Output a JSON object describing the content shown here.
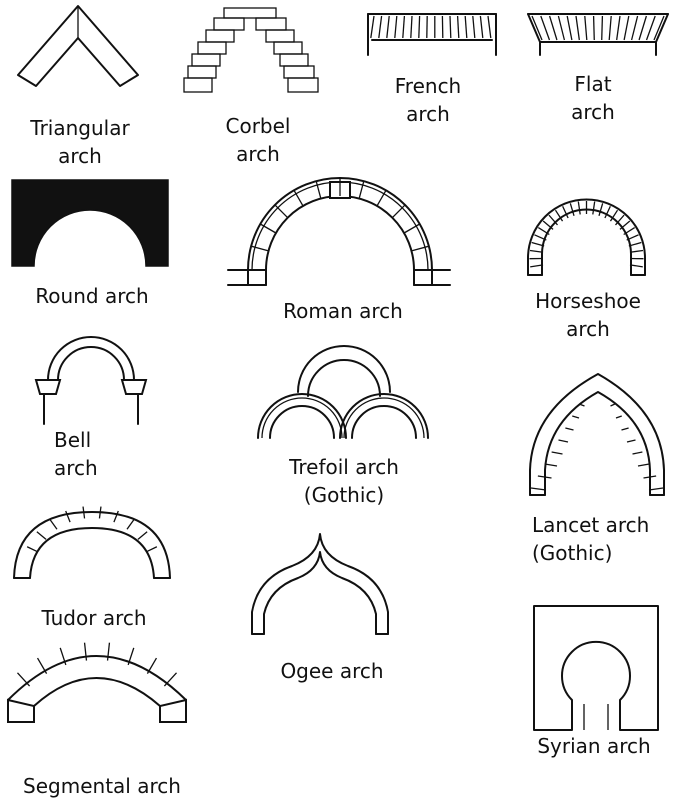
{
  "arches": {
    "triangular": {
      "line1": "Triangular",
      "line2": "arch"
    },
    "corbel": {
      "line1": "Corbel",
      "line2": "arch"
    },
    "french": {
      "line1": "French",
      "line2": "arch"
    },
    "flat": {
      "line1": "Flat",
      "line2": "arch"
    },
    "round": {
      "line1": "Round arch"
    },
    "roman": {
      "line1": "Roman arch"
    },
    "horseshoe": {
      "line1": "Horseshoe",
      "line2": "arch"
    },
    "bell": {
      "line1": "Bell",
      "line2": "arch"
    },
    "trefoil": {
      "line1": "Trefoil arch",
      "line2": "(Gothic)"
    },
    "lancet": {
      "line1": "Lancet arch",
      "line2": "(Gothic)"
    },
    "tudor": {
      "line1": "Tudor arch"
    },
    "ogee": {
      "line1": "Ogee arch"
    },
    "segmental": {
      "line1": "Segmental arch"
    },
    "syrian": {
      "line1": "Syrian arch"
    }
  }
}
